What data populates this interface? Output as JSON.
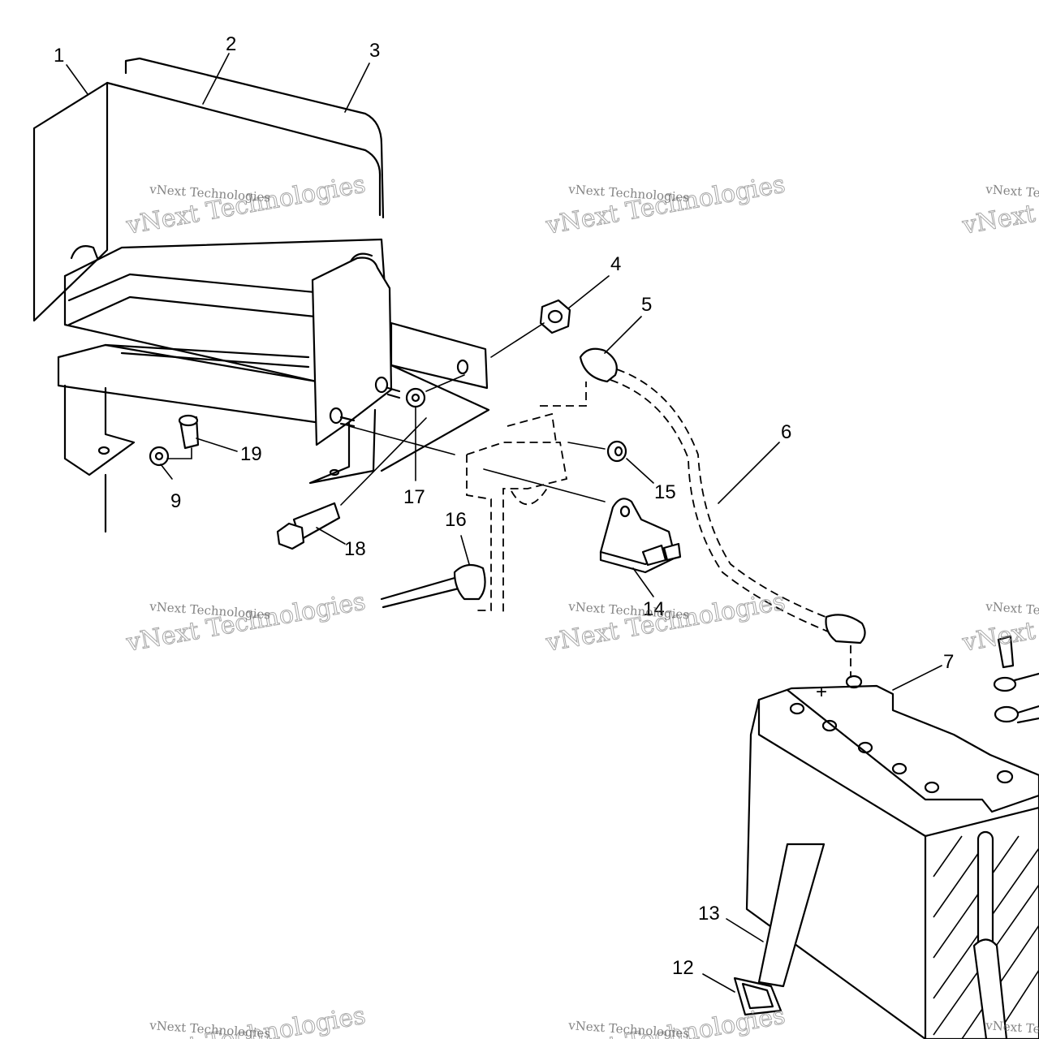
{
  "diagram": {
    "callouts": [
      {
        "id": "c1",
        "text": "1"
      },
      {
        "id": "c2",
        "text": "2"
      },
      {
        "id": "c3",
        "text": "3"
      },
      {
        "id": "c4",
        "text": "4"
      },
      {
        "id": "c5",
        "text": "5"
      },
      {
        "id": "c6",
        "text": "6"
      },
      {
        "id": "c7",
        "text": "7"
      },
      {
        "id": "c9",
        "text": "9"
      },
      {
        "id": "c12",
        "text": "12"
      },
      {
        "id": "c13",
        "text": "13"
      },
      {
        "id": "c14",
        "text": "14"
      },
      {
        "id": "c15",
        "text": "15"
      },
      {
        "id": "c16",
        "text": "16"
      },
      {
        "id": "c17",
        "text": "17"
      },
      {
        "id": "c18",
        "text": "18"
      },
      {
        "id": "c19",
        "text": "19"
      }
    ],
    "battery_terminal_symbol": "+"
  },
  "watermark": {
    "small": "vNext Technologies",
    "large": "vNext Technologies"
  }
}
